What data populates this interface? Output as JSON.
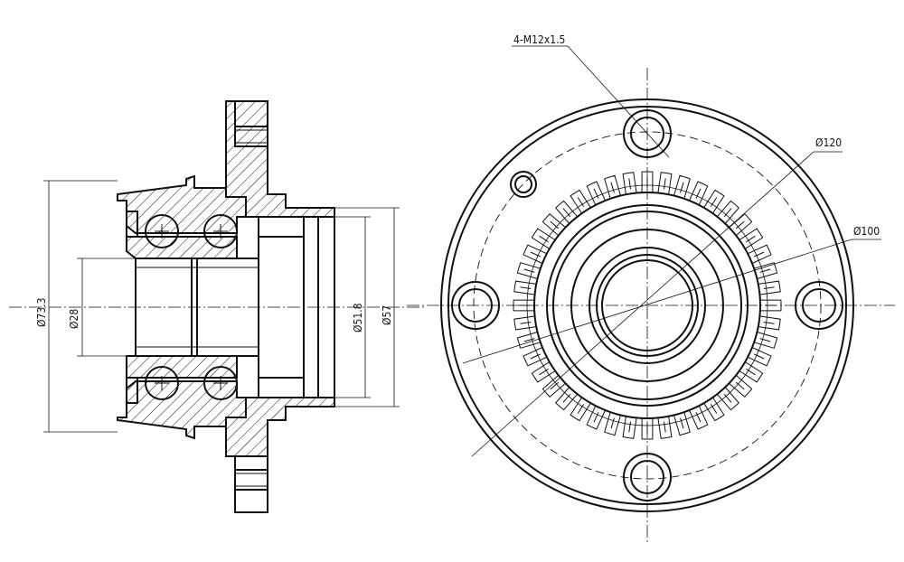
{
  "dimensions": {
    "thread": "4-M12x1.5",
    "pcd_outer": "Ø120",
    "pcd_inner": "Ø100",
    "outer_diameter": "Ø73.3",
    "bore": "Ø28",
    "spigot_inner": "Ø51.8",
    "spigot_outer": "Ø57"
  },
  "features": {
    "stud_holes": 4,
    "abs_ring_teeth": 44
  },
  "colors": {
    "ink": "#111111",
    "background": "#ffffff"
  }
}
